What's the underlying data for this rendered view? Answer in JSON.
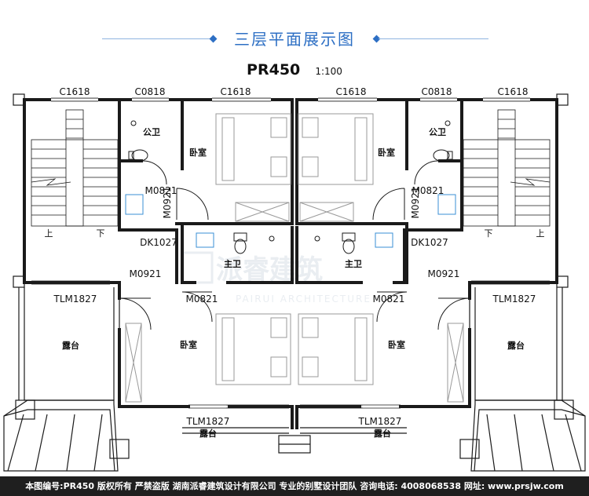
{
  "header": {
    "title": "三层平面展示图",
    "plan_code": "PR450",
    "scale": "1:100"
  },
  "plan": {
    "windows_top": [
      "C1618",
      "C0818",
      "C1618",
      "C1618",
      "C0818",
      "C1618"
    ],
    "rooms": {
      "public_bath": "公卫",
      "bedroom": "卧室",
      "master_bath": "主卫",
      "terrace": "露台"
    },
    "doors": {
      "m0821": "M0821",
      "m0921": "M0921",
      "m0921_vertical": "M0921",
      "dk1027": "DK1027",
      "tlm1827": "TLM1827"
    },
    "stairs": {
      "up": "上",
      "down": "下"
    },
    "watermark": {
      "cn": "派睿建筑",
      "en": "PAIRUI ARCHITECTURE"
    }
  },
  "footer": {
    "text": "本图编号:PR450 版权所有 严禁盗版 湖南派睿建筑设计有限公司 专业的别墅设计团队 咨询电话: 4008068538 网址: www.prsjw.com"
  },
  "colors": {
    "title_blue": "#2d6fc4",
    "wall": "#1a1a1a",
    "furniture": "#9a9a9a",
    "fixture_blue": "#3a8fd6",
    "footer_bg": "#1f1f1f"
  }
}
